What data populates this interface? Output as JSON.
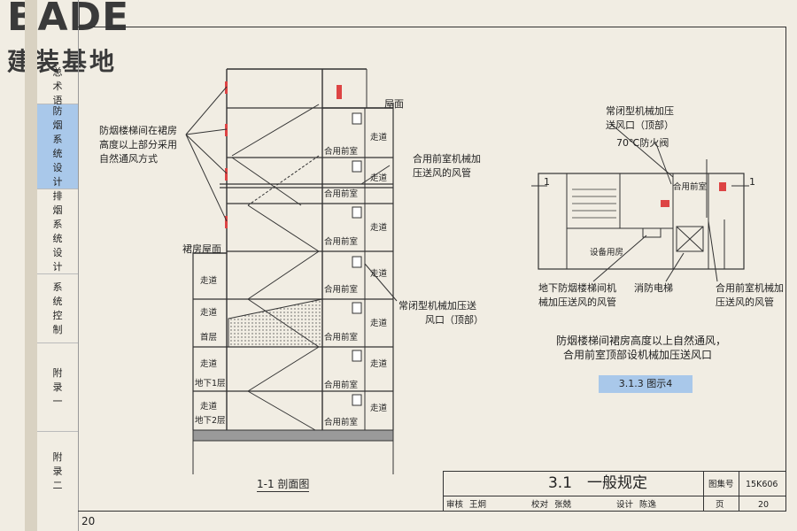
{
  "logo": {
    "latin": "BADE",
    "cn": "建装基地"
  },
  "sidebar": {
    "tabs": [
      {
        "label": "总术语",
        "active": false
      },
      {
        "label": "防烟系统设计",
        "active": true
      },
      {
        "label": "排烟系统设计",
        "active": false
      },
      {
        "label": "系统控制",
        "active": false
      },
      {
        "label": "附录一",
        "active": false
      },
      {
        "label": "附录二",
        "active": false
      }
    ]
  },
  "section_drawing": {
    "note_left": [
      "防烟楼梯间在裙房",
      "高度以上部分采用",
      "自然通风方式"
    ],
    "roof_label": "屋面",
    "podium_roof_label": "裙房屋面",
    "corridor_label": "走道",
    "anteroom_label": "合用前室",
    "ground_floor_label": "首层",
    "b1_label": "地下1层",
    "b2_label": "地下2层",
    "duct_note": [
      "合用前室机械加",
      "压送风的风管"
    ],
    "outlet_note": [
      "常闭型机械加压送",
      "风口（顶部）"
    ],
    "caption": "1-1 剖面图"
  },
  "plan_drawing": {
    "top_note": [
      "常闭型机械加压",
      "送风口（顶部）"
    ],
    "damper_note": "70℃防火阀",
    "anteroom_label": "合用前室",
    "equipment_room": "设备用房",
    "section_mark": "1",
    "note_bl": [
      "地下防烟楼梯间机",
      "械加压送风的风管"
    ],
    "note_bm": "消防电梯",
    "note_br": [
      "合用前室机械加",
      "压送风的风管"
    ],
    "caption_lines": [
      "防烟楼梯间裙房高度以上自然通风，",
      "合用前室顶部设机械加压送风口"
    ],
    "figure_badge": "3.1.3 图示4"
  },
  "title_block": {
    "title": "3.1　一般规定",
    "atlas_label": "图集号",
    "atlas_no": "15K606",
    "review_label": "审核",
    "reviewer": "王炯",
    "check_label": "校对",
    "checker": "张兢",
    "design_label": "设计",
    "designer": "陈逸",
    "page_label": "页",
    "page_no": "20"
  },
  "page_number": "20"
}
